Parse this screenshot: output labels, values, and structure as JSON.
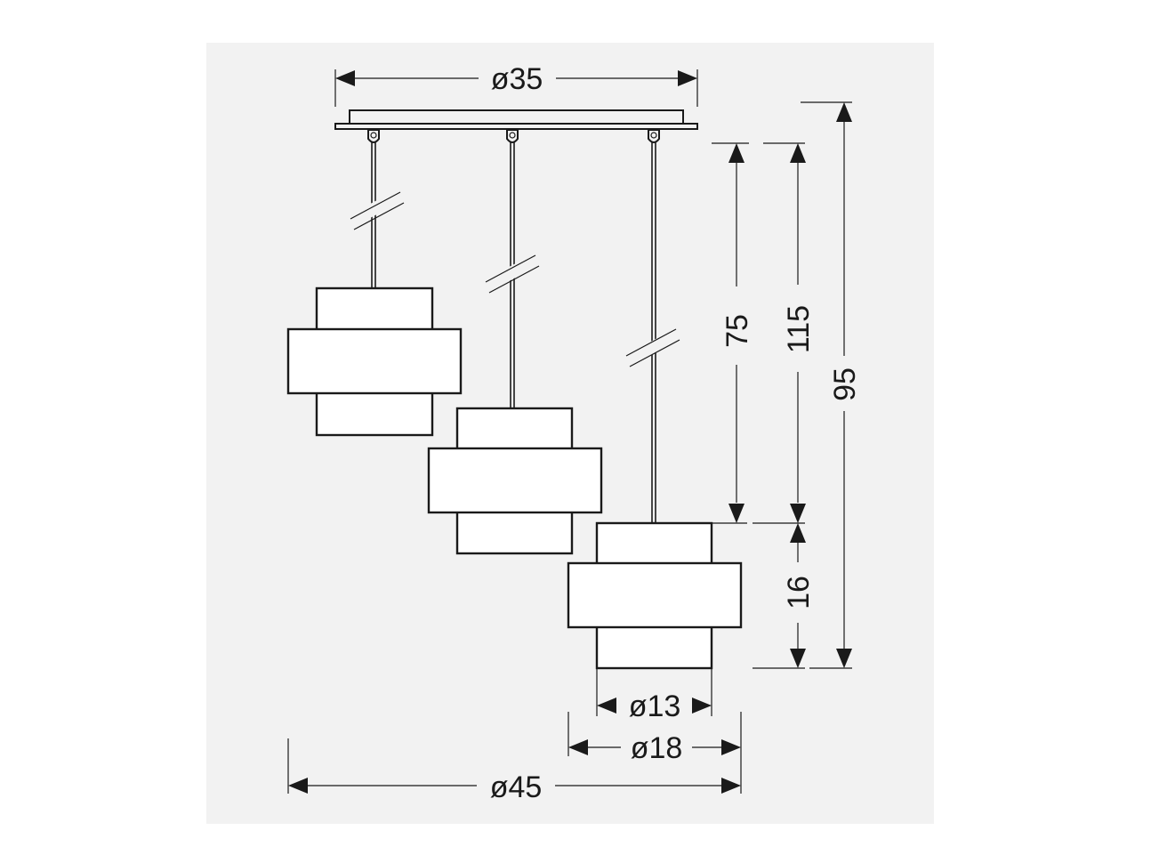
{
  "dimensions": {
    "canopy_width": "ø35",
    "cord_length": "75",
    "max_height_total": "115",
    "overall_height": "95",
    "shade_height": "16",
    "inner_diameter": "ø13",
    "outer_diameter": "ø18",
    "overall_width": "ø45"
  },
  "colors": {
    "line": "#1a1a1a",
    "background": "#f2f2f2",
    "shade_fill": "#ffffff"
  }
}
